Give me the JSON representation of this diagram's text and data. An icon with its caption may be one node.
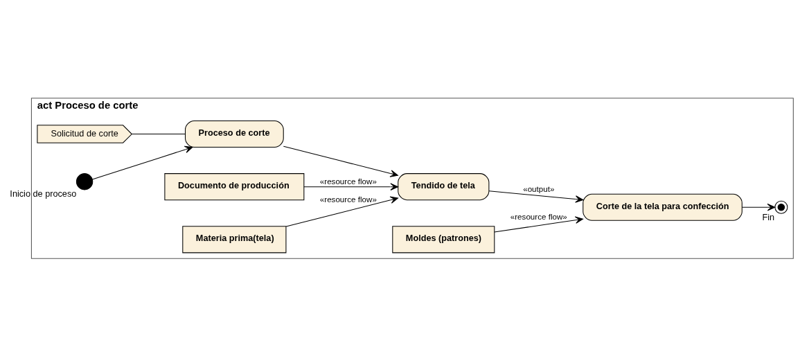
{
  "diagram": {
    "nodes": [
      {
        "text": [
          "act Proceso de corte"
        ]
      },
      {
        "text": [
          "Solicitud de corte"
        ],
        "in": 0
      },
      {
        "text": [],
        "shape": "circle",
        "beside": [
          "Inicio de proceso"
        ],
        "in": 0
      },
      {
        "text": [
          "Proceso de corte"
        ],
        "in": 0
      },
      {
        "text": [
          "Documento de producción"
        ],
        "in": 0
      },
      {
        "text": [
          "Tendido de tela"
        ],
        "in": 0
      },
      {
        "text": [
          "Corte de la tela para confección"
        ],
        "in": 0
      },
      {
        "text": [],
        "shape": "circle",
        "beside": [
          "Fin"
        ],
        "in": 0
      },
      {
        "text": [
          "Materia prima(tela)"
        ],
        "in": 0
      },
      {
        "text": [
          "Moldes (patrones)"
        ],
        "in": 0
      }
    ],
    "edges": [
      {
        "from": 1,
        "to": 3,
        "arrow": "none"
      },
      {
        "from": 2,
        "to": 3,
        "arrow": "to"
      },
      {
        "from": 3,
        "to": 5,
        "arrow": "to"
      },
      {
        "from": 4,
        "to": 5,
        "arrow": "to",
        "label": "«resource flow»"
      },
      {
        "from": 5,
        "to": 6,
        "arrow": "to",
        "label": "«output»"
      },
      {
        "from": 8,
        "to": 5,
        "arrow": "to",
        "label": "«resource flow»"
      },
      {
        "from": 9,
        "to": 6,
        "arrow": "to",
        "label": "«resource flow»"
      },
      {
        "from": 6,
        "to": 7,
        "arrow": "to"
      }
    ]
  }
}
